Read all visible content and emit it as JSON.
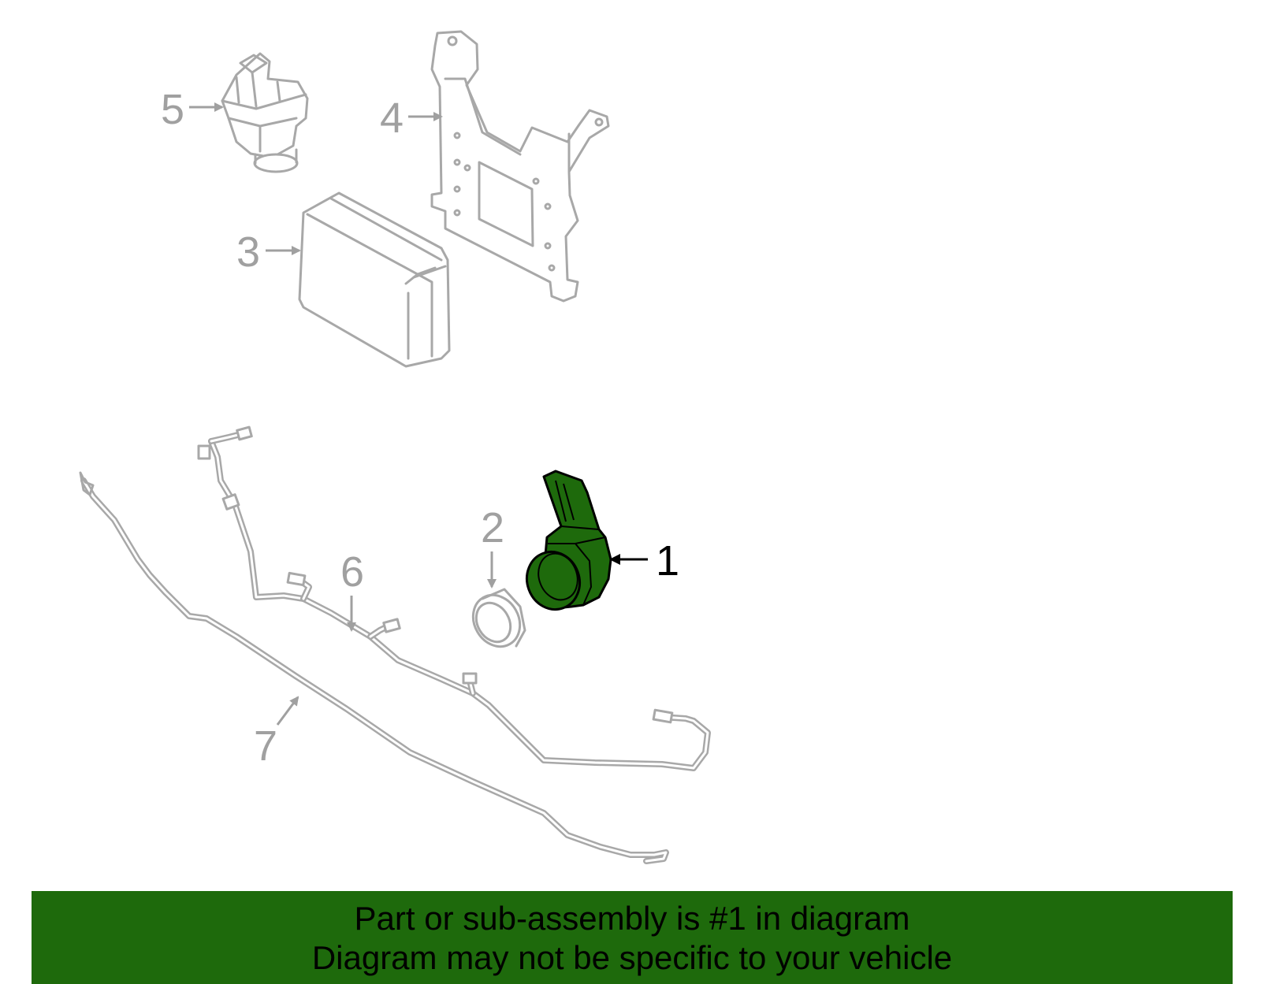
{
  "callouts": {
    "c1": "1",
    "c2": "2",
    "c3": "3",
    "c4": "4",
    "c5": "5",
    "c6": "6",
    "c7": "7"
  },
  "highlighted_part": "1",
  "colors": {
    "highlight": "#1e6a0c",
    "part_outline": "#a8a8a8",
    "callout_text": "#a0a0a0"
  },
  "footer": {
    "line1": "Part or sub-assembly is #1 in diagram",
    "line2": "Diagram may not be specific to your vehicle"
  }
}
